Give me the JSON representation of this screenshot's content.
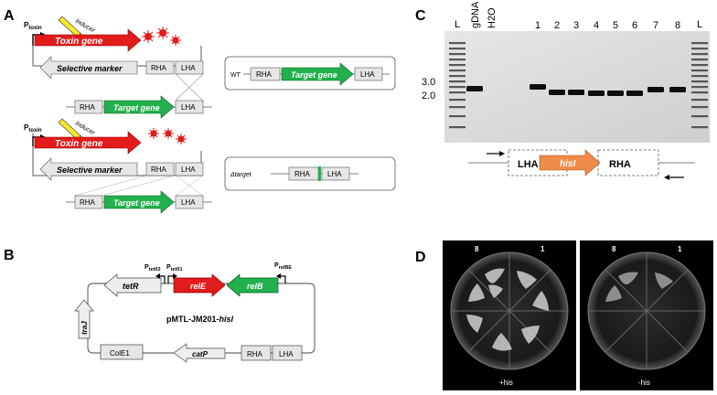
{
  "panels": {
    "a": {
      "label": "A",
      "inducer": "Inducer",
      "p_toxin_main": "P",
      "p_toxin_sub": "toxin",
      "toxin_gene": "Toxin gene",
      "selective_marker": "Selective marker",
      "rha": "RHA",
      "lha": "LHA",
      "target_gene": "Target gene",
      "wt": "WT",
      "delta_target": "Δtarget"
    },
    "b": {
      "label": "B",
      "tetR": "tetR",
      "relE": "relE",
      "relB": "relB",
      "traJ": "traJ",
      "colE1": "ColE1",
      "catP": "catP",
      "rha": "RHA",
      "lha": "LHA",
      "plasmid_name": "pMTL-JM201-",
      "plasmid_gene": "hisI",
      "p_tet02_main": "P",
      "p_tet02_sub": "tet02",
      "p_tet01_main": "P",
      "p_tet01_sub": "tet01",
      "p_relBE_main": "P",
      "p_relBE_sub": "relBE"
    },
    "c": {
      "label": "C",
      "lanes": [
        "L",
        "gDNA",
        "H2O",
        "1",
        "2",
        "3",
        "4",
        "5",
        "6",
        "7",
        "8",
        "L"
      ],
      "marker_3": "3.0",
      "marker_2": "2.0",
      "lha": "LHA",
      "hisI": "hisI",
      "rha": "RHA"
    },
    "d": {
      "label": "D",
      "plate_left_8": "8",
      "plate_left_1": "1",
      "plate_left_cond": "+his",
      "plate_right_8": "8",
      "plate_right_1": "1",
      "plate_right_cond": "-his"
    }
  },
  "colors": {
    "toxin": "#e21b1b",
    "target": "#22b14c",
    "hisI": "#f08c4a",
    "inducer": "#f6e92b",
    "box_fill": "#e6e6e6",
    "gel_bg": "#dcdcdc",
    "plate_bg": "#000000"
  }
}
